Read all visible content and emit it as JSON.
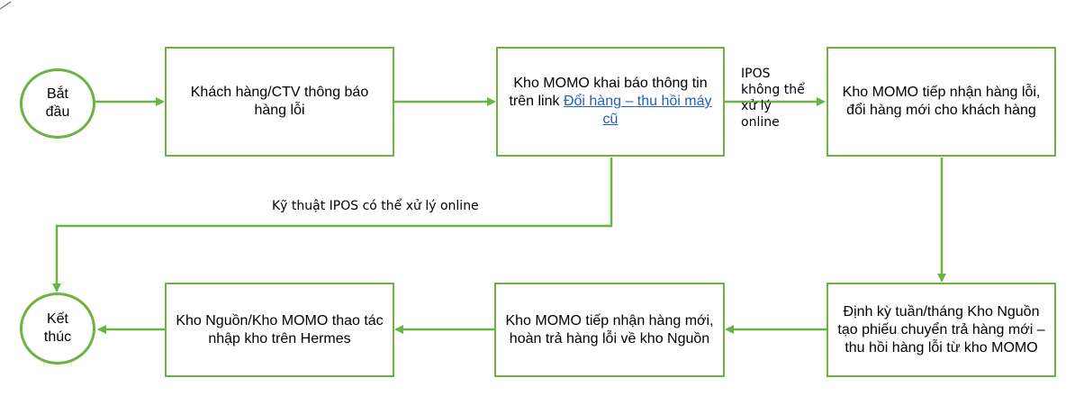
{
  "nodes": {
    "start": "Bắt đầu",
    "report": "Khách hàng/CTV thông báo hàng lỗi",
    "declare_prefix": "Kho MOMO khai báo thông tin trên link ",
    "declare_link": "Đổi hàng – thu hồi máy cũ",
    "receive_exchange": "Kho MOMO tiếp nhận hàng lỗi, đổi hàng mới cho khách hàng",
    "periodic_transfer": "Định kỳ tuần/tháng Kho Nguồn tạo phiếu chuyển trả hàng mới – thu hồi hàng lỗi từ kho MOMO",
    "receive_return": "Kho MOMO tiếp nhận hàng mới, hoàn trả hàng lỗi về kho Nguồn",
    "hermes_import": "Kho Nguồn/Kho MOMO thao tác nhập kho trên Hermes",
    "end": "Kết thúc"
  },
  "edges": {
    "ipos_offline": "IPOS không thể xử lý online",
    "ipos_online": "Kỹ thuật IPOS có thể xử lý online"
  },
  "colors": {
    "accent": "#6ab344",
    "link": "#1f5fbf"
  }
}
